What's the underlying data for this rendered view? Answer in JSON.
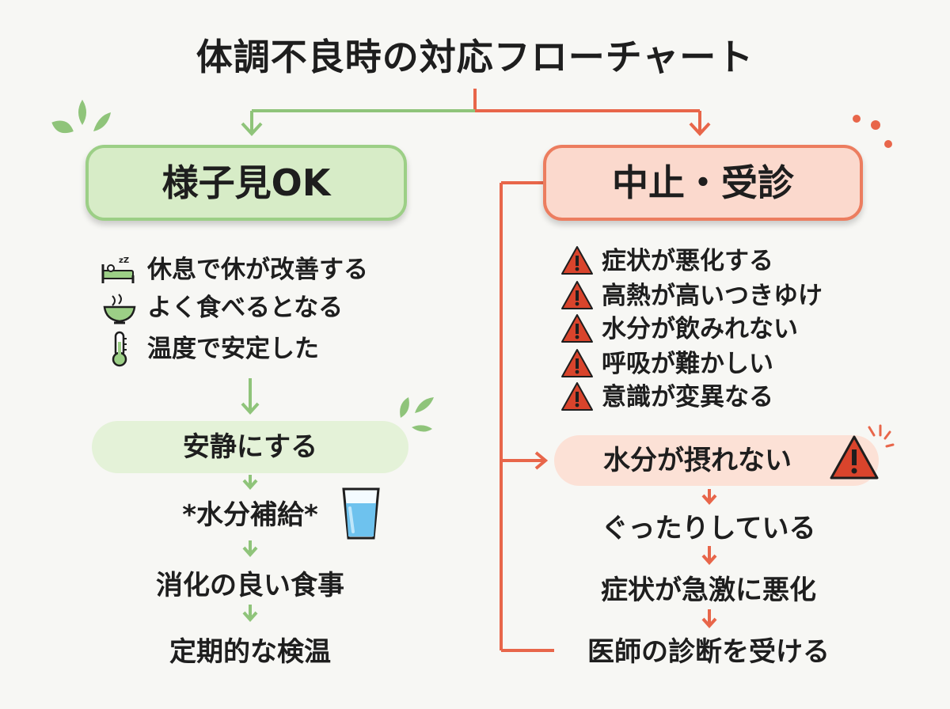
{
  "title": "体調不良時の対応フローチャート",
  "colors": {
    "green": "#9ccf86",
    "green_fill": "#d7ecc7",
    "red": "#e8664a",
    "red_fill": "#fbd9cd",
    "warning": "#d9442c"
  },
  "left": {
    "heading": "様子見OK",
    "conditions": [
      {
        "icon": "sleeping-in-bed-icon",
        "text": "休息で休が改善する"
      },
      {
        "icon": "food-bowl-icon",
        "text": "よく食べるとなる"
      },
      {
        "icon": "thermometer-icon",
        "text": "温度で安定した"
      }
    ],
    "steps": {
      "rest": "安静にする",
      "hydrate": "*水分補給*",
      "meal": "消化の良い食事",
      "temp_check": "定期的な検温"
    },
    "hydrate_icon": "water-glass-icon"
  },
  "right": {
    "heading": "中止・受診",
    "warnings": [
      "症状が悪化する",
      "高熱が高いつきゆけ",
      "水分が飲みれない",
      "呼吸が難かしい",
      "意識が変異なる"
    ],
    "warning_icon": "warning-triangle-icon",
    "highlight": "水分が摂れない",
    "steps": {
      "limp": "ぐったりしている",
      "rapid_worse": "症状が急激に悪化",
      "see_doctor": "医師の診断を受ける"
    }
  }
}
